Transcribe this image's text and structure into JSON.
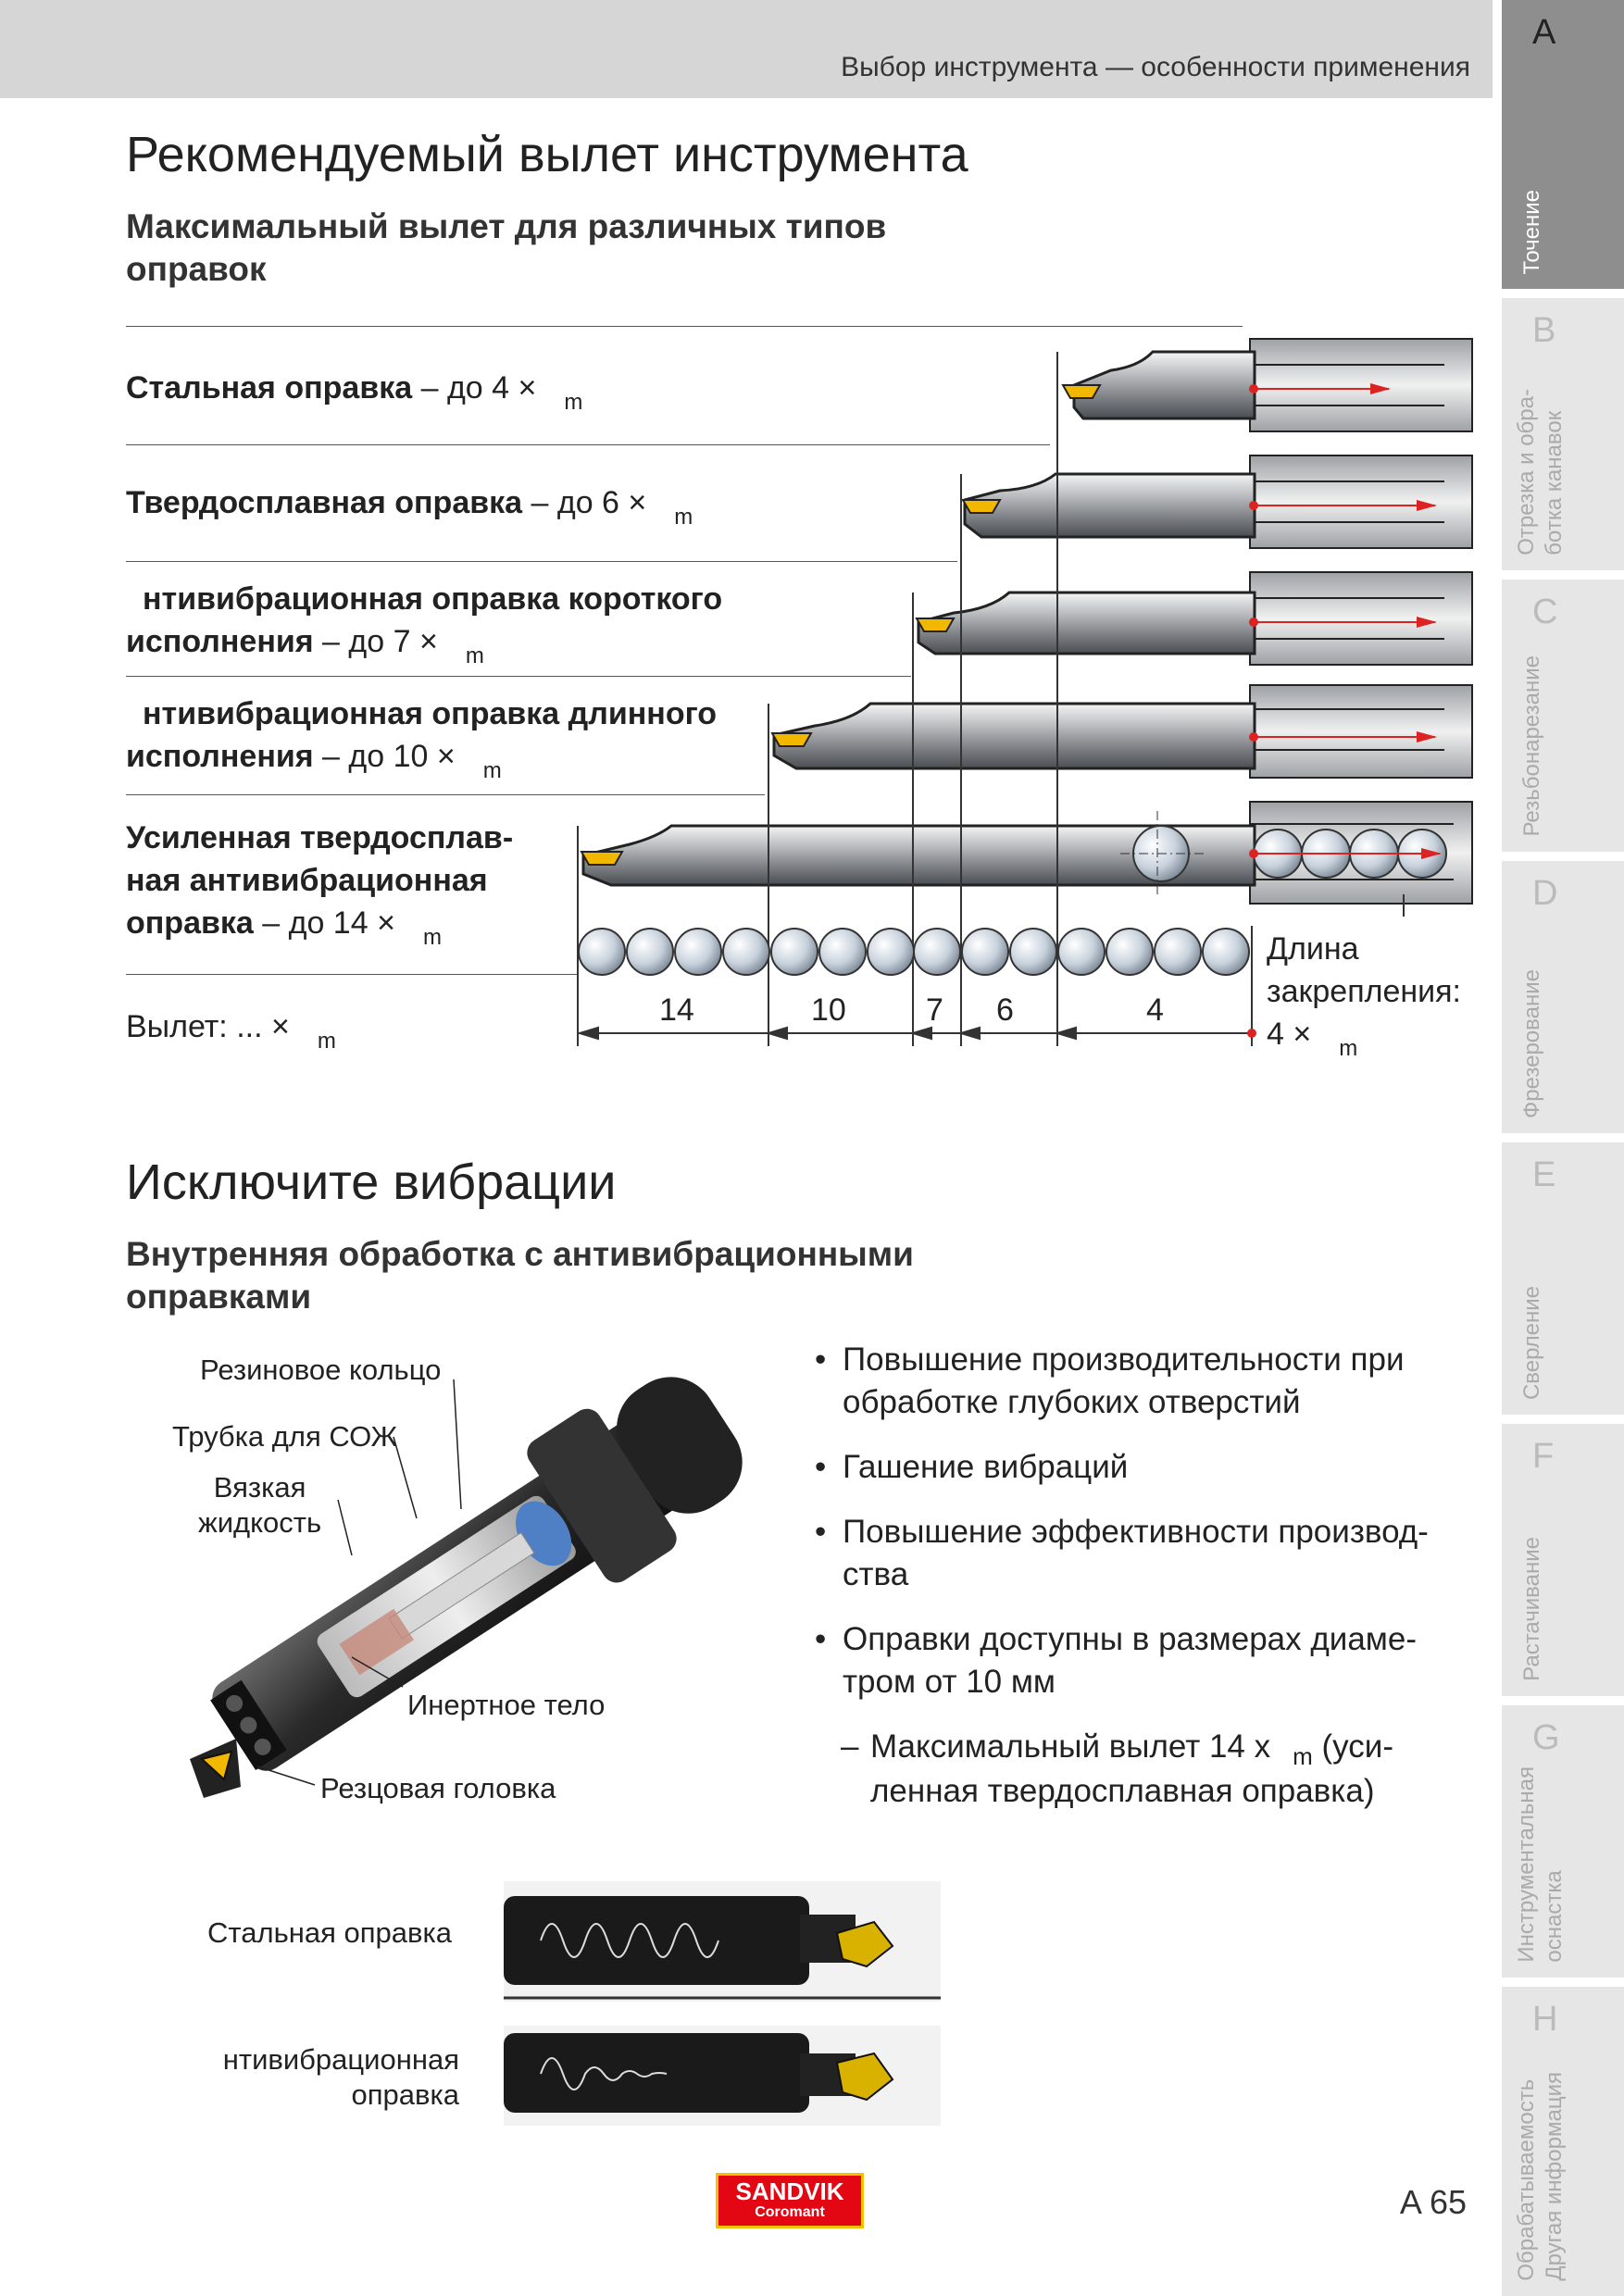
{
  "header": {
    "section_title": "Выбор инструмента — особенности применения"
  },
  "sidebar": {
    "tabs": [
      {
        "letter": "A",
        "label": "Точение",
        "active": true
      },
      {
        "letter": "B",
        "label": "Отрезка и обра-\nботка канавок",
        "active": false
      },
      {
        "letter": "C",
        "label": "Резьбонарезание",
        "active": false
      },
      {
        "letter": "D",
        "label": "Фрезерование",
        "active": false
      },
      {
        "letter": "E",
        "label": "Сверление",
        "active": false
      },
      {
        "letter": "F",
        "label": "Растачивание",
        "active": false
      },
      {
        "letter": "G",
        "label": "Инструментальная\nоснастка",
        "active": false
      },
      {
        "letter": "H",
        "label": "Обрабатываемость\nДругая информация",
        "active": false
      }
    ]
  },
  "section1": {
    "title": "Рекомендуемый вылет инструмента",
    "subtitle": "Максимальный вылет для различных типов оправок",
    "rows": [
      {
        "name": "Стальная оправка",
        "limit": " – до 4 ×",
        "sub": "m"
      },
      {
        "name": "Твердосплавная оправка",
        "limit": "  – до 6 ×",
        "sub": "m"
      },
      {
        "name": "нтивибрационная оправка короткого",
        "name2": "исполнения",
        "limit": " – до 7 ×",
        "sub": "m"
      },
      {
        "name": "нтивибрационная оправка длинного",
        "name2": "исполнения",
        "limit": " – до 10 ×",
        "sub": "m"
      },
      {
        "name": "Усиленная твердосплав-",
        "name2": "ная антивибрационная",
        "name3": "оправка",
        "limit": " – до 14 ×",
        "sub": "m"
      }
    ],
    "overhang_label": "Вылет: ... ×",
    "overhang_sub": "m",
    "scale_values": [
      "14",
      "10",
      "7",
      "6",
      "4"
    ],
    "clamp_label_1": "Длина",
    "clamp_label_2": "закрепления:",
    "clamp_label_3": "4 ×",
    "clamp_sub": "m"
  },
  "section2": {
    "title": "Исключите вибрации",
    "subtitle": "Внутренняя обработка с антивибрационными оправками",
    "callouts": {
      "rubber_ring": "Резиновое кольцо",
      "coolant_tube": "Трубка для СОЖ",
      "viscous_1": "Вязкая",
      "viscous_2": "жидкость",
      "inert_body": "Инертное тело",
      "cutting_head": "Резцовая головка"
    },
    "bullets": [
      "Повышение производительности при обработке глубоких отверстий",
      "Гашение вибраций",
      "Повышение эффективности производ-ства",
      "Оправки доступны в размерах диаме-тром от 10 мм"
    ],
    "dash_item": "Максимальный вылет 14 x",
    "dash_sub": "m",
    "dash_tail": " (уси-ленная твердосплавная оправка)",
    "compare": {
      "steel_label": "Стальная оправка",
      "av_label_1": "нтивибрационная",
      "av_label_2": "оправка"
    }
  },
  "footer": {
    "logo_1": "SANDVIK",
    "logo_2": "Coromant",
    "page": "A 65"
  },
  "colors": {
    "insert": "#f2b800",
    "tab_active": "#8e8e8e",
    "tab": "#e6e6e6",
    "logo_red": "#e30613"
  }
}
